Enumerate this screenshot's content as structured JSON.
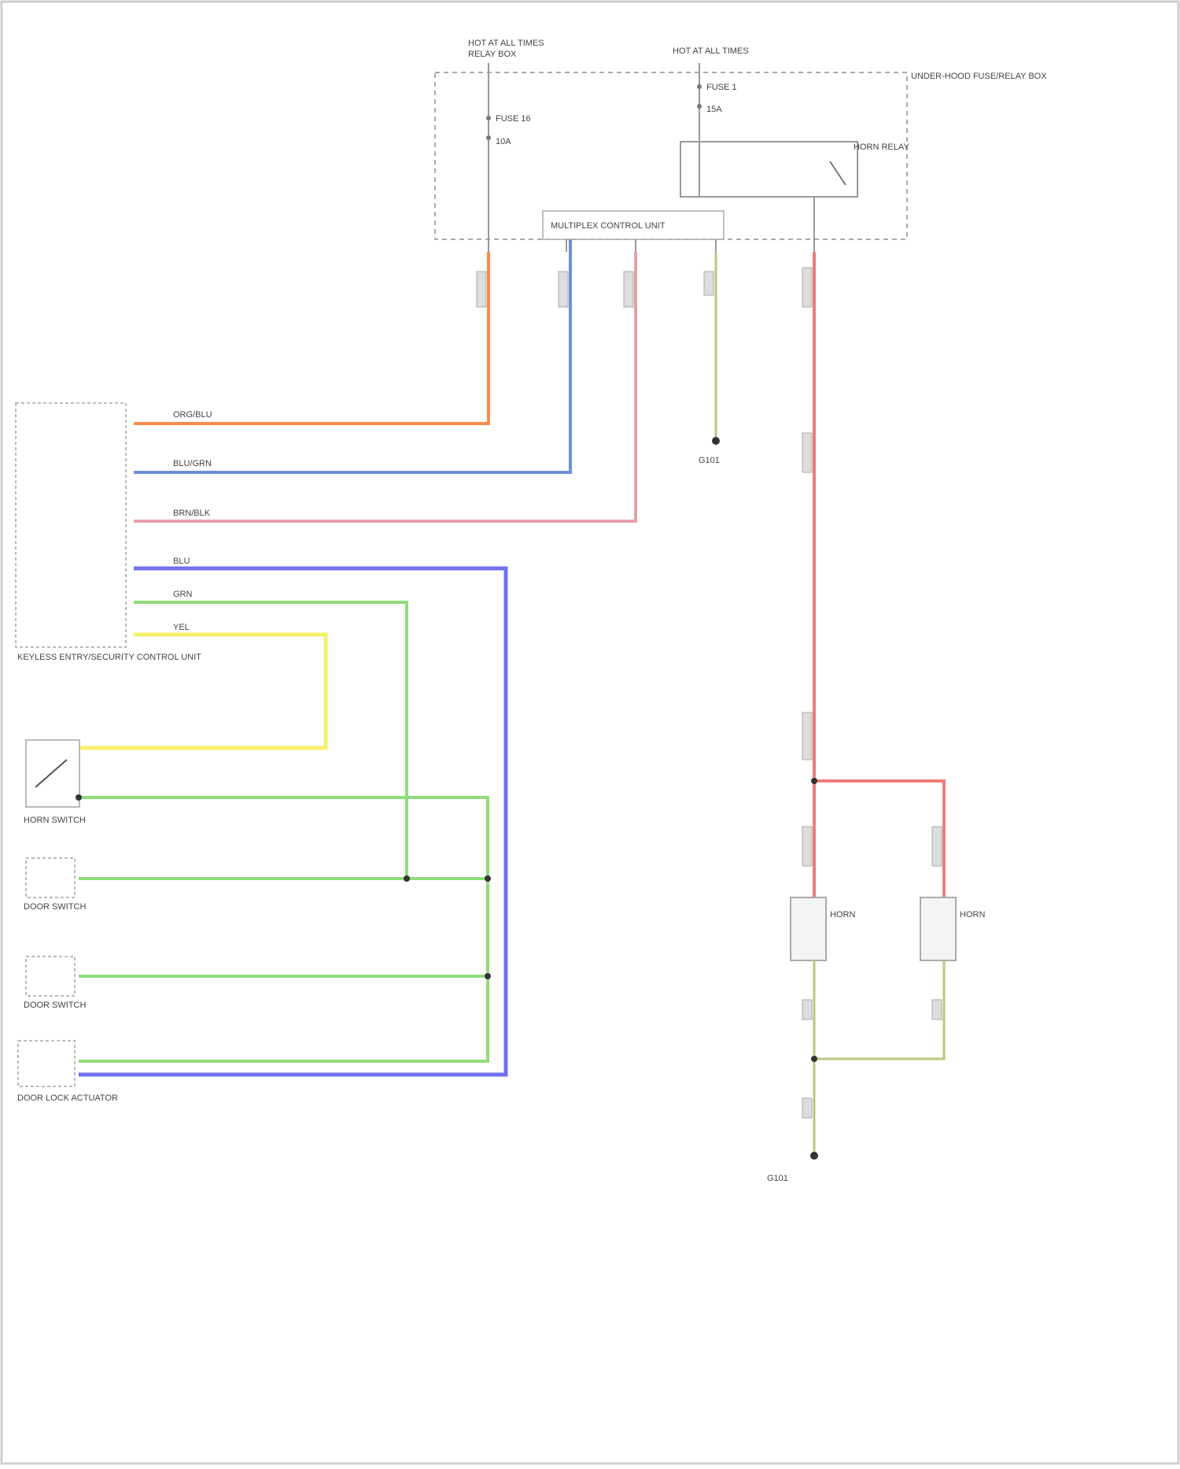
{
  "wire_colors": {
    "orange": "#ff8a4c",
    "blue": "#6f8fd8",
    "pink": "#e6a0a8",
    "purple": "#7070f0",
    "green": "#8edc7a",
    "yellow": "#f3f06a",
    "red": "#f07a7a",
    "olive": "#b8c878",
    "grey": "#888888"
  },
  "labels": {
    "hot_battery": "HOT AT ALL TIMES",
    "relay_box": "RELAY BOX",
    "hot_all_times": "HOT AT ALL TIMES",
    "fuse_a": "FUSE 16",
    "amp_a": "10A",
    "fuse_b": "FUSE 1",
    "amp_b": "15A",
    "box_title": "UNDER-HOOD FUSE/RELAY BOX",
    "box_sub": "",
    "relay": "HORN RELAY",
    "module": "MULTIPLEX CONTROL UNIT",
    "control_unit": "KEYLESS ENTRY/SECURITY CONTROL UNIT",
    "horn_switch": "HORN SWITCH",
    "driver_door": "DOOR SWITCH",
    "pass_door": "DOOR SWITCH",
    "lock_switch": "DOOR LOCK ACTUATOR",
    "left_horn": "HORN",
    "right_horn": "HORN",
    "ground_a": "G101",
    "ground_b": "G101",
    "wire_orange": "ORG/BLU",
    "wire_blue": "BLU/GRN",
    "wire_pink": "BRN/BLK",
    "wire_purple": "BLU",
    "wire_green": "GRN",
    "wire_yellow": "YEL",
    "footer": ""
  }
}
